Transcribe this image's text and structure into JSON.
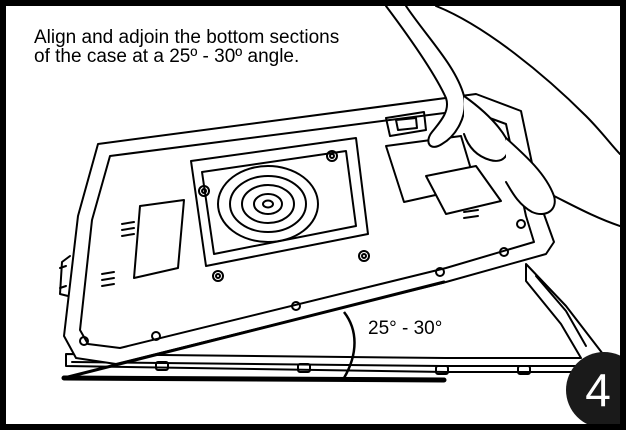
{
  "instruction": {
    "text": "Align and adjoin the bottom sections of the case at a 25º - 30º angle."
  },
  "angle_label": "25° - 30°",
  "step_number": "4",
  "colors": {
    "frame": "#000000",
    "background": "#ffffff",
    "badge": "#1a1a1a",
    "badge_text": "#ffffff"
  }
}
